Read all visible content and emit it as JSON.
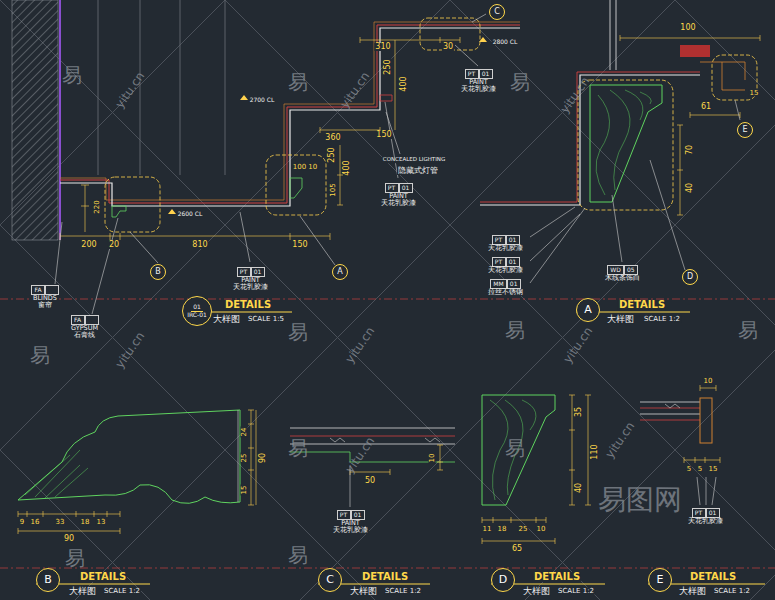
{
  "diagram": {
    "nodes": [
      {
        "text": [
          "C"
        ]
      },
      {
        "text": [
          "PT",
          "01",
          "PAINT",
          "天花乳胶漆"
        ]
      },
      {
        "text": [
          "PT",
          "01",
          "PAINT",
          "天花乳胶漆"
        ]
      },
      {
        "text": [
          "B"
        ]
      },
      {
        "text": [
          "PT",
          "01",
          "PAINT",
          "天花乳胶漆"
        ]
      },
      {
        "text": [
          "A"
        ]
      },
      {
        "text": [
          "FA",
          "BLINDS",
          "窗帘"
        ]
      },
      {
        "text": [
          "FA",
          "GYPSUM",
          "石膏线"
        ]
      },
      {
        "text": [
          "01",
          "IRC-01"
        ]
      },
      {
        "text": [
          "E"
        ]
      },
      {
        "text": [
          "PT",
          "01",
          "天花乳胶漆"
        ]
      },
      {
        "text": [
          "PT",
          "01",
          "天花乳胶漆"
        ]
      },
      {
        "text": [
          "MM",
          "01",
          "拉丝不锈钢"
        ]
      },
      {
        "text": [
          "WD",
          "05",
          "木线条饰白"
        ]
      },
      {
        "text": [
          "D"
        ]
      },
      {
        "text": [
          "A"
        ]
      },
      {
        "text": [
          "B"
        ]
      },
      {
        "text": [
          "PT",
          "01",
          "PAINT",
          "天花乳胶漆"
        ]
      },
      {
        "text": [
          "C"
        ]
      },
      {
        "text": [
          "D"
        ]
      },
      {
        "text": [
          "PT",
          "01",
          "天花乳胶漆"
        ]
      },
      {
        "text": [
          "E"
        ]
      }
    ],
    "labels": [
      "310",
      "30",
      "250",
      "400",
      "2800 CL",
      "150",
      "360",
      "2700 CL",
      "250",
      "400",
      "CONCEALED LIGHTING",
      "隐藏式灯管",
      "100 10",
      "105",
      "2600 CL",
      "220",
      "200",
      "20",
      "810",
      "150",
      "DETAILS",
      "大样图",
      "SCALE 1:5",
      "100",
      "15",
      "61",
      "70",
      "40",
      "DETAILS",
      "大样图",
      "SCALE 1:2",
      "24",
      "25",
      "90",
      "15",
      "9",
      "16",
      "33",
      "18",
      "13",
      "90",
      "DETAILS",
      "大样图",
      "SCALE 1:2",
      "10",
      "50",
      "DETAILS",
      "大样图",
      "SCALE 1:2",
      "35",
      "110",
      "40",
      "11",
      "18",
      "25",
      "10",
      "65",
      "DETAILS",
      "大样图",
      "SCALE 1:2",
      "10",
      "5",
      "5",
      "15",
      "DETAILS",
      "大样图",
      "SCALE 1:2",
      "易",
      "易",
      "易",
      "易",
      "易",
      "易",
      "易",
      "易",
      "易",
      "易",
      "易",
      "yitu.cn",
      "yitu.cn",
      "yitu.cn",
      "yitu.cn",
      "yitu.cn",
      "yitu.cn",
      "yitu.cn",
      "yitu.cn",
      "易图网"
    ]
  }
}
